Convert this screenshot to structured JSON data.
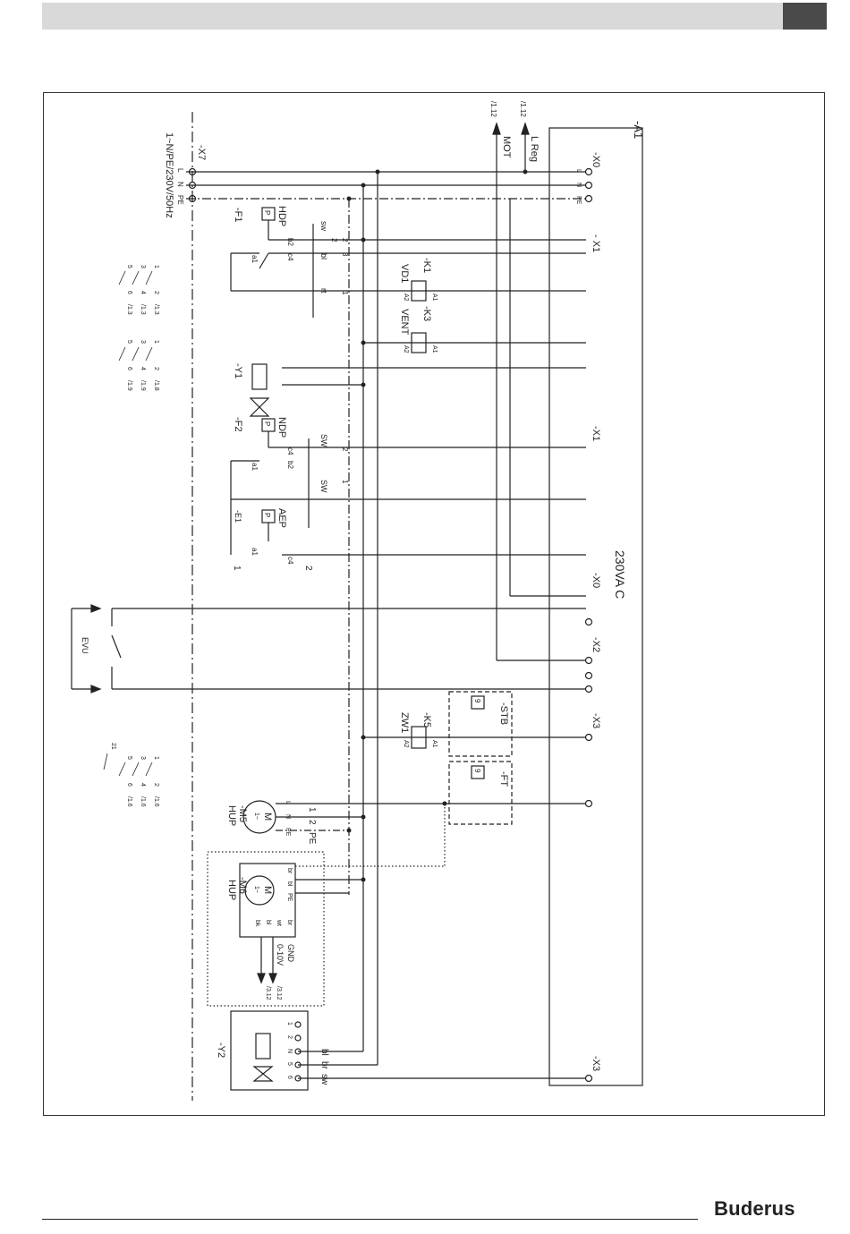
{
  "brand": "Buderus",
  "supply": {
    "ref": "-X7",
    "spec": "1~N/PE/230V/50Hz",
    "L": "L",
    "N": "N",
    "PE": "PE"
  },
  "module": {
    "ref": "-A1",
    "voltage": "230VA C"
  },
  "signals": {
    "lreg": "L Reg",
    "lreg_ref": "/1.12",
    "mot": "MOT",
    "mot_ref": "/1.12"
  },
  "terminals": {
    "x0": "-X0",
    "x1a": "- X1",
    "x1b": "-X1",
    "x0b": "-X0",
    "x2": "-X2",
    "x3a": "-X3",
    "x3b": "-X3",
    "L": "L",
    "N": "N",
    "PE": "PE"
  },
  "hdp": {
    "ref": "-F1",
    "name": "HDP",
    "p": "P",
    "b2": "b2",
    "c4": "c4",
    "a1": "a1",
    "sw": "sw",
    "bl": "bl",
    "rt": "rt",
    "n2": "2",
    "n3": "3",
    "n1": "1",
    "nn2": "2"
  },
  "k1": {
    "ref": "-K1",
    "name": "VD1",
    "a1": "A1",
    "a2": "A2"
  },
  "k3": {
    "ref": "-K3",
    "name": "VENT",
    "a1": "A1",
    "a2": "A2"
  },
  "y1": {
    "ref": "-Y1"
  },
  "ndp": {
    "ref": "-F2",
    "name": "NDP",
    "p": "P",
    "c4": "c4",
    "b2": "b2",
    "a1": "a1",
    "sw1": "SW",
    "sw2": "SW",
    "n2": "2",
    "n1": "1"
  },
  "aep": {
    "ref": "-E1",
    "name": "AEP",
    "p": "P",
    "a1": "a1",
    "c4": "c4",
    "n1": "1",
    "n2": "2"
  },
  "evu": {
    "label": "EVU"
  },
  "k5": {
    "ref": "-K5",
    "name": "ZW1",
    "a1": "A1",
    "a2": "A2"
  },
  "stb": {
    "ref": "-STB",
    "sym": "9"
  },
  "ft": {
    "ref": "-FT",
    "sym": "9"
  },
  "m5": {
    "ref": "-M5",
    "name": "HUP",
    "m": "M",
    "ph": "1~",
    "L": "L",
    "N": "N",
    "PE": "PE",
    "w1": "1",
    "w2": "2",
    "w3": "PE"
  },
  "m6": {
    "ref": "-M6",
    "name": "HUP",
    "m": "M",
    "ph": "1~",
    "br1": "br",
    "bl1": "bl",
    "pe": "PE",
    "br2": "br",
    "wt": "wt",
    "bl2": "bl",
    "bk": "bk",
    "gnd": "GND",
    "v010": "0-10V",
    "ref1": "/3.12",
    "ref2": "/3.12"
  },
  "y2": {
    "ref": "-Y2",
    "p1": "1",
    "p2": "2",
    "pN": "N",
    "p5": "5",
    "p6": "6",
    "wbl": "bl",
    "wbr": "br",
    "wsw": "sw"
  },
  "contacts": [
    {
      "c": [
        "1",
        "3",
        "5"
      ],
      "n": [
        "2",
        "4",
        "6"
      ],
      "r": [
        "/1.3",
        "/1.3",
        "/1.3"
      ]
    },
    {
      "c": [
        "1",
        "3",
        "5"
      ],
      "n": [
        "2",
        "4",
        "6"
      ],
      "r": [
        "/1.8",
        "/1.9",
        "/1.9"
      ]
    },
    {
      "c": [
        "1",
        "3",
        "5"
      ],
      "n": [
        "2",
        "4",
        "6"
      ],
      "r": [
        "/1.6",
        "/1.6",
        "/1.6"
      ],
      "extra": "21"
    }
  ]
}
